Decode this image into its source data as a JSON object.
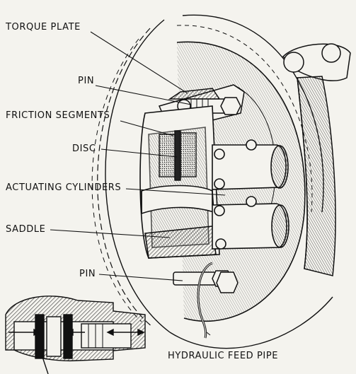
{
  "labels": {
    "torque_plate": "TORQUE PLATE",
    "pin_top": "PIN",
    "friction_segments": "FRICTION  SEGMENTS",
    "disc": "DISC",
    "actuating_cylinders": "ACTUATING  CYLINDERS",
    "saddle": "SADDLE",
    "pin_bottom": "PIN",
    "hydraulic_feed_pipe": "HYDRAULIC FEED PIPE"
  },
  "colors": {
    "ink": "#111111",
    "paper": "#f4f3ee",
    "shade": "#6b6b6b"
  }
}
